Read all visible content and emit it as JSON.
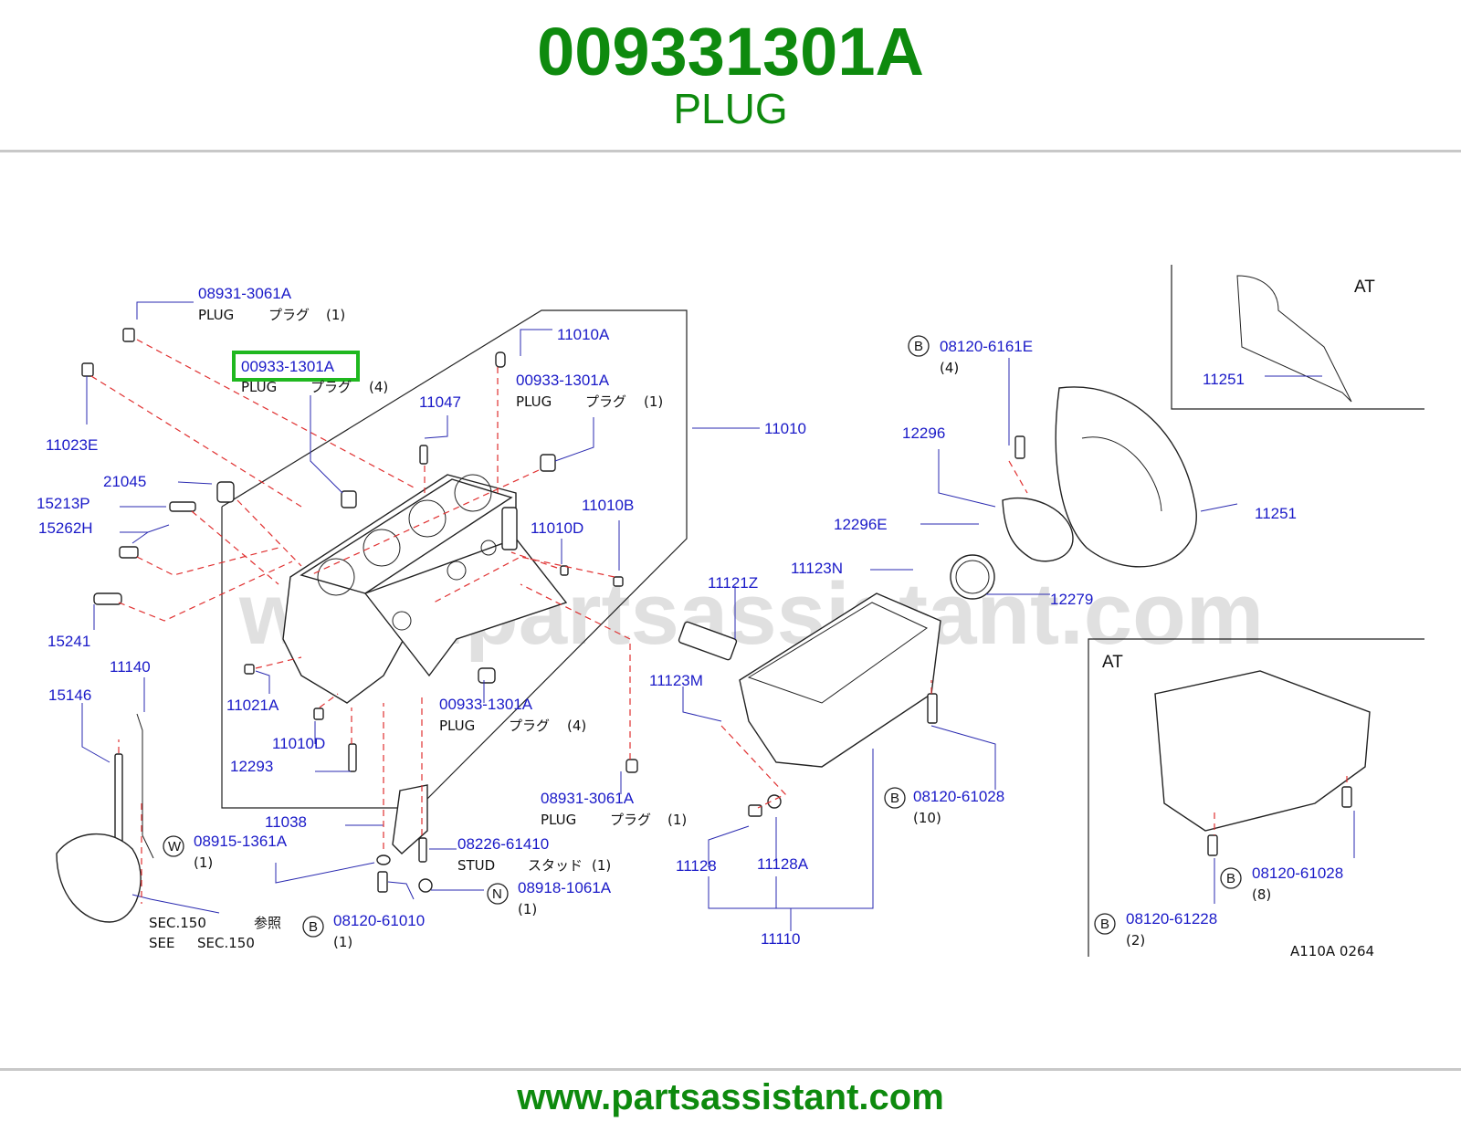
{
  "header": {
    "part_number": "009331301A",
    "part_name": "PLUG"
  },
  "footer": {
    "url": "www.partsassistant.com"
  },
  "diagram": {
    "watermark": "www.partsassistant.com",
    "section_ref": "A110A  0264",
    "at_labels": [
      "AT",
      "AT"
    ],
    "highlighted_part": "00933-1301A",
    "callouts": {
      "p1": "08931-3061A",
      "p1_name": "PLUG",
      "p1_jp": "プラグ",
      "p1_qty": "(1)",
      "p2": "00933-1301A",
      "p2_name": "PLUG",
      "p2_jp": "プラグ",
      "p2_qty": "(4)",
      "p3": "11010A",
      "p4": "00933-1301A",
      "p4_name": "PLUG",
      "p4_jp": "プラグ",
      "p4_qty": "(1)",
      "p5": "11047",
      "p6": "11010",
      "p7": "11023E",
      "p8": "21045",
      "p9": "15213P",
      "p10": "15262H",
      "p11": "11010B",
      "p12": "11010D",
      "p13": "15241",
      "p14": "11140",
      "p15": "15146",
      "p16": "11021A",
      "p17": "00933-1301A",
      "p17_name": "PLUG",
      "p17_jp": "プラグ",
      "p17_qty": "(4)",
      "p18": "11010D",
      "p19": "12293",
      "p20": "08931-3061A",
      "p20_name": "PLUG",
      "p20_jp": "プラグ",
      "p20_qty": "(1)",
      "p21": "11038",
      "p22": "08915-1361A",
      "p22_badge": "W",
      "p22_qty": "(1)",
      "p23": "08226-61410",
      "p23_name": "STUD",
      "p23_jp": "スタッド",
      "p23_qty": "(1)",
      "p24": "08918-1061A",
      "p24_badge": "N",
      "p24_qty": "(1)",
      "p25": "08120-61010",
      "p25_badge": "B",
      "p25_qty": "(1)",
      "sec1": "SEC.150",
      "sec1_jp": "参照",
      "sec2": "SEE",
      "sec2_ref": "SEC.150",
      "p26": "08120-6161E",
      "p26_badge": "B",
      "p26_qty": "(4)",
      "p27": "12296",
      "p28": "12296E",
      "p29": "11251",
      "p30": "11251",
      "p31": "11123N",
      "p32": "12279",
      "p33": "11121Z",
      "p34": "11123M",
      "p35": "08120-61028",
      "p35_badge": "B",
      "p35_qty": "(10)",
      "p36": "11128",
      "p37": "11128A",
      "p38": "11110",
      "p39": "08120-61028",
      "p39_badge": "B",
      "p39_qty": "(8)",
      "p40": "08120-61228",
      "p40_badge": "B",
      "p40_qty": "(2)"
    }
  }
}
